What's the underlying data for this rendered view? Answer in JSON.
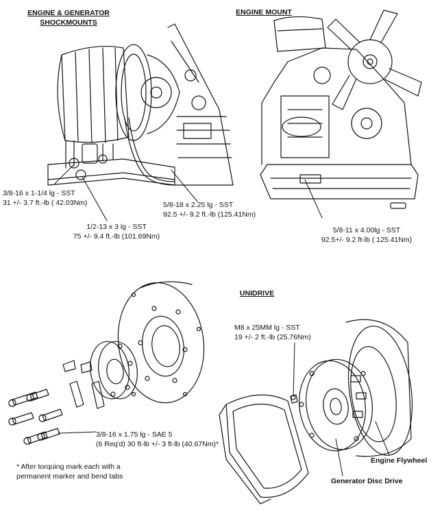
{
  "sections": {
    "shockmounts_title_1": "ENGINE & GENERATOR",
    "shockmounts_title_2": "SHOCKMOUNTS",
    "engine_mount_title": "ENGINE MOUNT",
    "unidrive_title": "UNIDRIVE"
  },
  "callouts": {
    "bolt_38_line1": "3/8-16 x 1-1/4 lg - SST",
    "bolt_38_line2": "31 +/- 3.7 ft.-lb ( 42.03Nm)",
    "bolt_12_line1": "1/2-13 x 3 lg - SST",
    "bolt_12_line2": "75 +/- 9.4 ft.-lb (101.69Nm)",
    "bolt_58a_line1": "5/8-18 x 2.25 lg - SST",
    "bolt_58a_line2": "92.5 +/- 9.2 ft.-lb (125.41Nm)",
    "bolt_58b_line1": "5/8-11 x 4.00lg - SST",
    "bolt_58b_line2": "92.5+/- 9.2 ft-lb ( 125.41Nm)",
    "m8_line1": "M8 x 25MM lg - SST",
    "m8_line2": "19 +/- 2 ft.-lb (25.76Nm)",
    "sae_line1": "3/8-16 x 1.75 lg - SAE 5",
    "sae_line2": "(6 Req'd) 30 ft-lb +/- 3 ft-lb (40.67Nm)*",
    "note_line1": "* After torquing mark each with a",
    "note_line2": "permanent marker and bend tabs",
    "engine_flywheel": "Engine Flywheel",
    "generator_disc_drive": "Generator Disc Drive"
  }
}
